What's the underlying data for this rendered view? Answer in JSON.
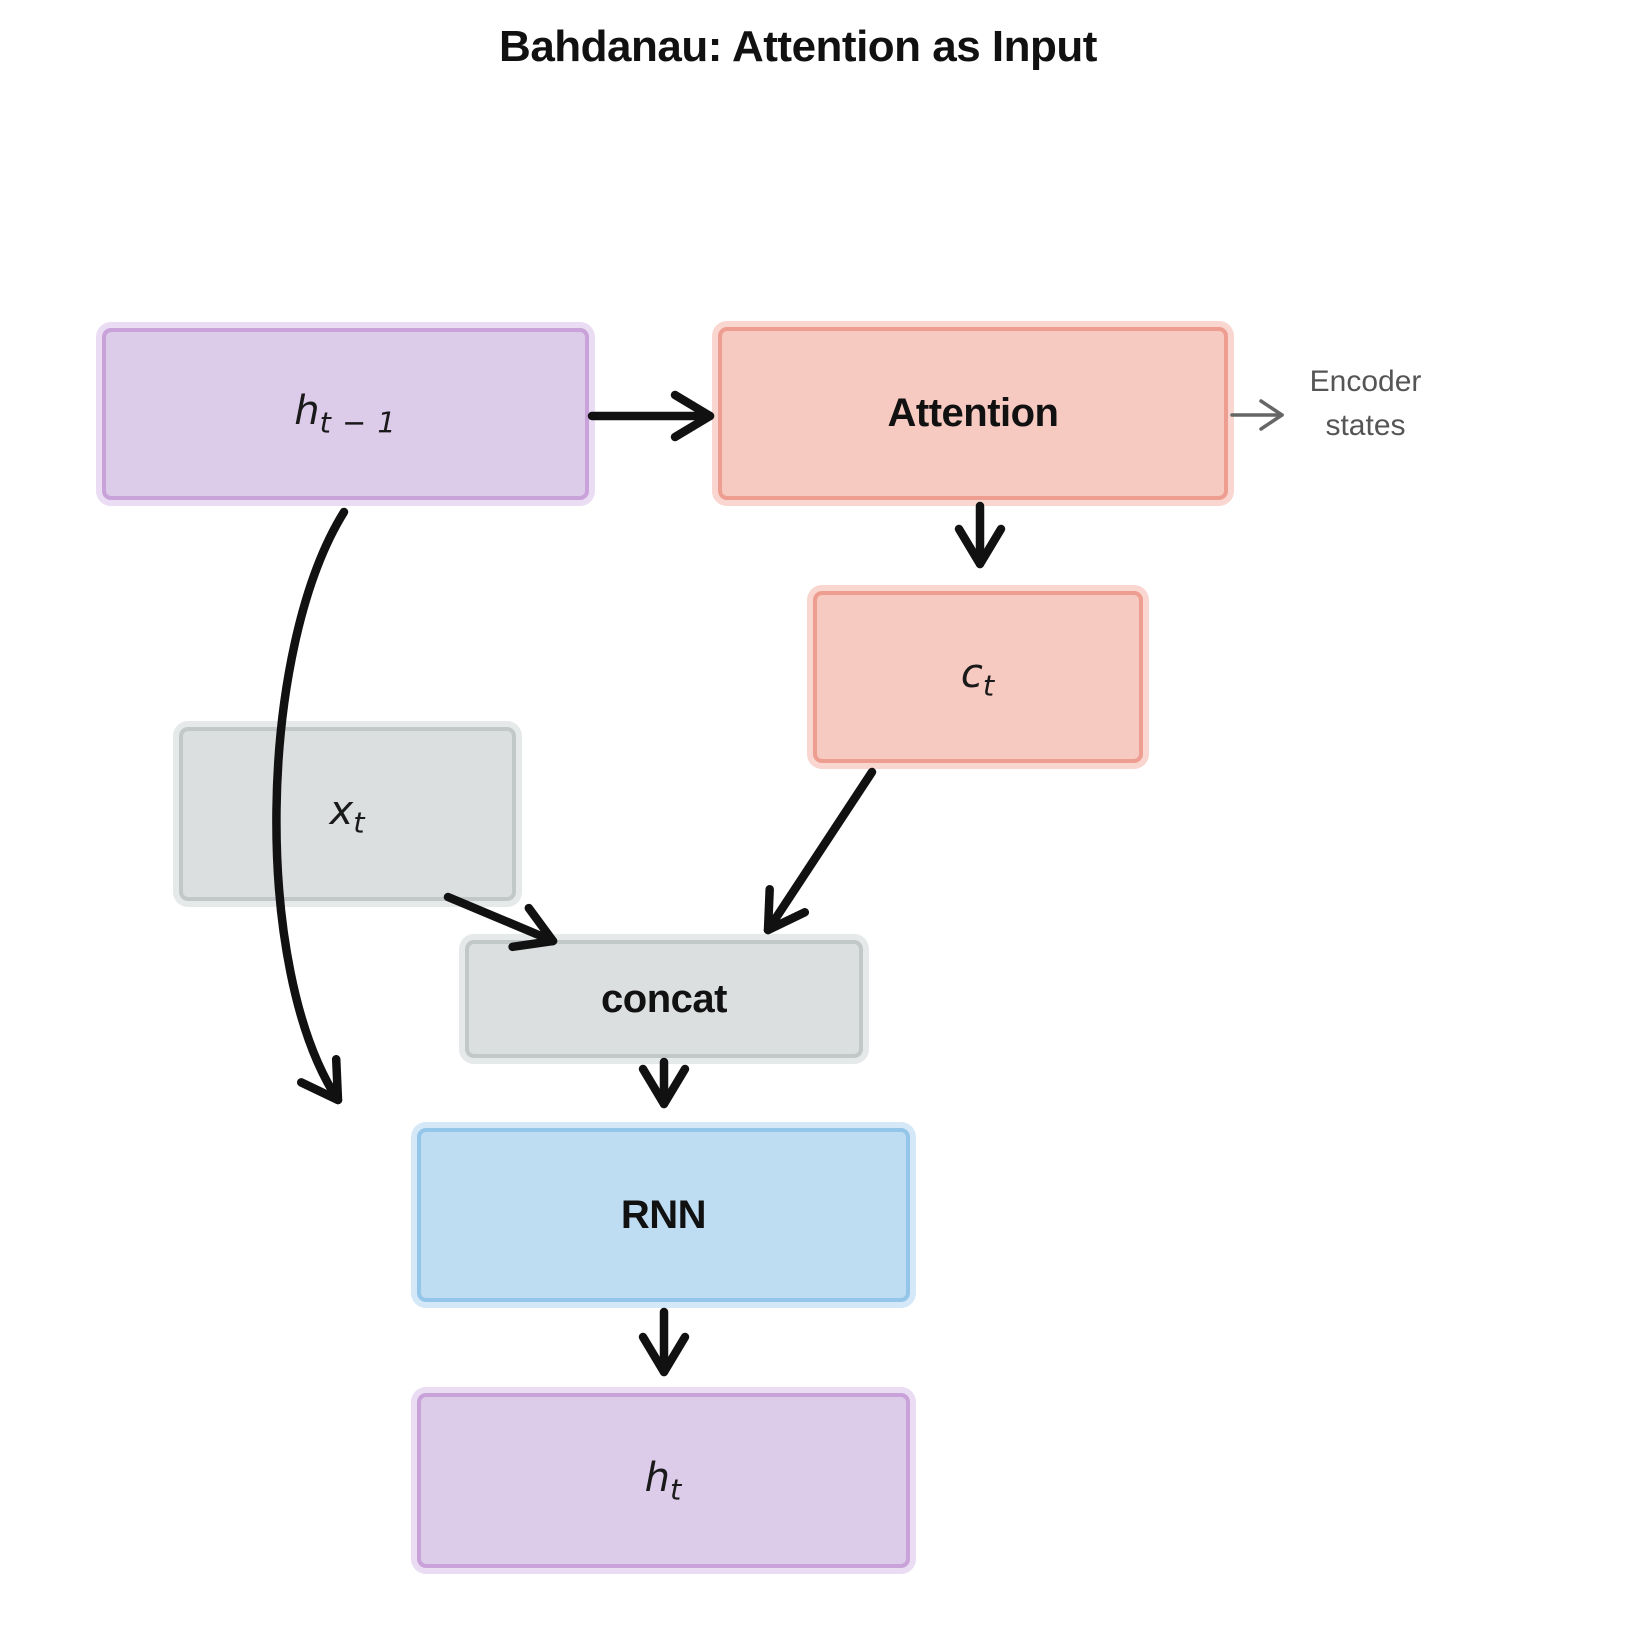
{
  "title": "Bahdanau: Attention as Input",
  "nodes": {
    "h_prev": {
      "main": "h",
      "sub": "t − 1"
    },
    "attention": {
      "label": "Attention"
    },
    "context": {
      "main": "c",
      "sub": "t"
    },
    "input": {
      "main": "x",
      "sub": "t"
    },
    "concat": {
      "label": "concat"
    },
    "rnn": {
      "label": "RNN"
    },
    "h_t": {
      "main": "h",
      "sub": "t"
    }
  },
  "annotations": {
    "encoder_states_line1": "Encoder",
    "encoder_states_line2": "states"
  },
  "colors": {
    "purple_fill": "#ddcbea",
    "purple_border": "#c8a2d8",
    "purple_outer": "#e9dcf3",
    "salmon_fill": "#f6c9c1",
    "salmon_border": "#ee9e90",
    "salmon_outer": "#f9d6cf",
    "gray_fill": "#dcdfdf",
    "gray_border": "#c2c8c8",
    "gray_outer": "#e6e9e9",
    "blue_fill": "#bedcf2",
    "blue_border": "#94c6e9",
    "blue_outer": "#d5e8f8",
    "arrow_color": "#111111",
    "gray_arrow_color": "#666666",
    "text_color": "#111111",
    "annotation_color": "#555555",
    "background": "#ffffff"
  }
}
